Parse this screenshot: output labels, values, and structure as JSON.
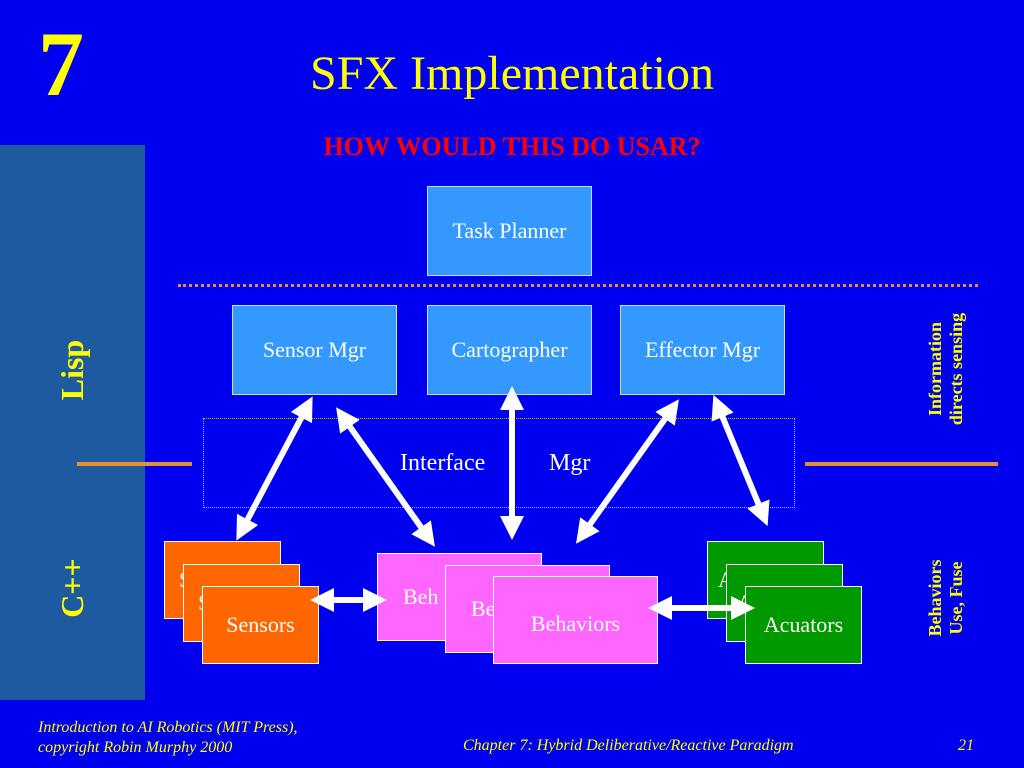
{
  "slide": {
    "chapter_number": "7",
    "title": "SFX Implementation",
    "subtitle": "HOW WOULD THIS DO USAR?"
  },
  "layers": {
    "upper": "Lisp",
    "lower": "C++"
  },
  "deliberative": {
    "task_planner": "Task Planner",
    "sensor_mgr": "Sensor Mgr",
    "cartographer": "Cartographer",
    "effector_mgr": "Effector Mgr"
  },
  "interface": {
    "label_left": "Interface",
    "label_right": "Mgr"
  },
  "reactive": {
    "sensors_back1": "S",
    "sensors_back2": "S",
    "sensors_front": "Sensors",
    "behaviors_back1": "Beh",
    "behaviors_back2": "Be",
    "behaviors_front": "Behaviors",
    "actuators_back1": "A",
    "actuators_back2": "A",
    "actuators_front": "Acuators"
  },
  "notes": {
    "upper_line1": "Information",
    "upper_line2": "directs sensing",
    "lower_line1": "Behaviors",
    "lower_line2": "Use, Fuse"
  },
  "footer": {
    "left_line1": "Introduction to AI Robotics (MIT Press),",
    "left_line2": "copyright Robin Murphy 2000",
    "center": "Chapter 7: Hybrid Deliberative/Reactive Paradigm",
    "page": "21"
  },
  "colors": {
    "background": "#0000f0",
    "side_panel": "#1e5aa0",
    "title": "#ffff00",
    "subtitle": "#ff0000",
    "box": "#3399ff",
    "sensors": "#ff6600",
    "behaviors": "#ff66ff",
    "actuators": "#009900",
    "separator": "#e89030"
  }
}
